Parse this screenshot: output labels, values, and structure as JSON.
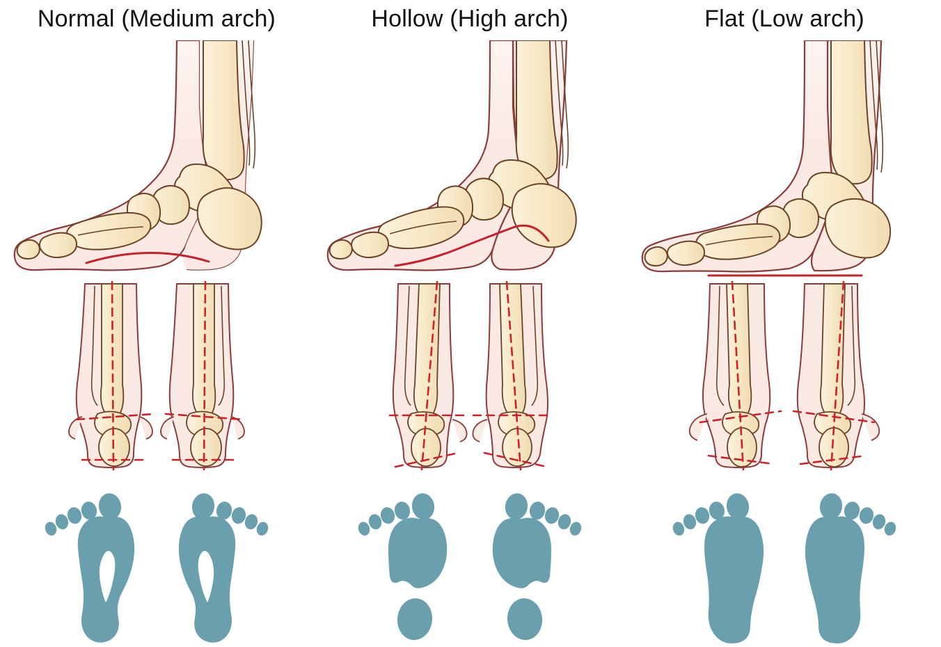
{
  "figure": {
    "title_row": [
      "Normal (Medium arch)",
      "Hollow (High arch)",
      "Flat (Low arch)"
    ],
    "background_color": "#ffffff",
    "row_count": 3,
    "column_count": 3
  },
  "palette": {
    "bone_fill": "#f7e7c3",
    "bone_fill_light": "#fbf1da",
    "bone_outline": "#6b4226",
    "soft_tissue_fill": "#fbe9e4",
    "soft_tissue_fill_light": "#fdf4f1",
    "soft_tissue_outline": "#8c3b3b",
    "arch_line_red": "#c8202a",
    "axis_dashed_red": "#cc2229",
    "footprint_teal": "#6a9fae",
    "title_text": "#111111"
  },
  "columns": [
    {
      "id": "normal",
      "title": "Normal (Medium arch)",
      "lateral": {
        "name": "lateral-foot-normal",
        "arch_line_label": "medium-arch-curve",
        "arch_curve_height": "medium"
      },
      "posterior": {
        "name": "posterior-ankle-normal",
        "alignment": "neutral",
        "heel_tilt_degrees": 0,
        "tibial_axis_tilt_degrees": 0
      },
      "footprint": {
        "name": "footprint-normal",
        "arch_contact": "partial",
        "midfoot_band": "narrow",
        "heel_separate": false
      }
    },
    {
      "id": "hollow",
      "title": "Hollow (High arch)",
      "lateral": {
        "name": "lateral-foot-hollow",
        "arch_line_label": "high-arch-curve",
        "arch_curve_height": "high"
      },
      "posterior": {
        "name": "posterior-ankle-hollow",
        "alignment": "varus-supination",
        "heel_tilt_degrees": 10,
        "tibial_axis_tilt_degrees": 5
      },
      "footprint": {
        "name": "footprint-hollow",
        "arch_contact": "none",
        "midfoot_band": "absent",
        "heel_separate": true
      }
    },
    {
      "id": "flat",
      "title": "Flat (Low arch)",
      "lateral": {
        "name": "lateral-foot-flat",
        "arch_line_label": "flat-arch-line",
        "arch_curve_height": "flat"
      },
      "posterior": {
        "name": "posterior-ankle-flat",
        "alignment": "valgus-pronation",
        "heel_tilt_degrees": -8,
        "tibial_axis_tilt_degrees": -6
      },
      "footprint": {
        "name": "footprint-flat",
        "arch_contact": "full",
        "midfoot_band": "wide",
        "heel_separate": false
      }
    }
  ],
  "chart_data": {
    "type": "table",
    "title": "Foot arch classification comparison",
    "categories": [
      "Normal (Medium arch)",
      "Hollow (High arch)",
      "Flat (Low arch)"
    ],
    "rows": [
      {
        "name": "Lateral arch profile",
        "values": [
          "medium",
          "high",
          "flat"
        ]
      },
      {
        "name": "Rearfoot alignment",
        "values": [
          "neutral",
          "varus (supination)",
          "valgus (pronation)"
        ]
      },
      {
        "name": "Footprint midfoot contact",
        "values": [
          "partial",
          "none",
          "full"
        ]
      }
    ]
  }
}
